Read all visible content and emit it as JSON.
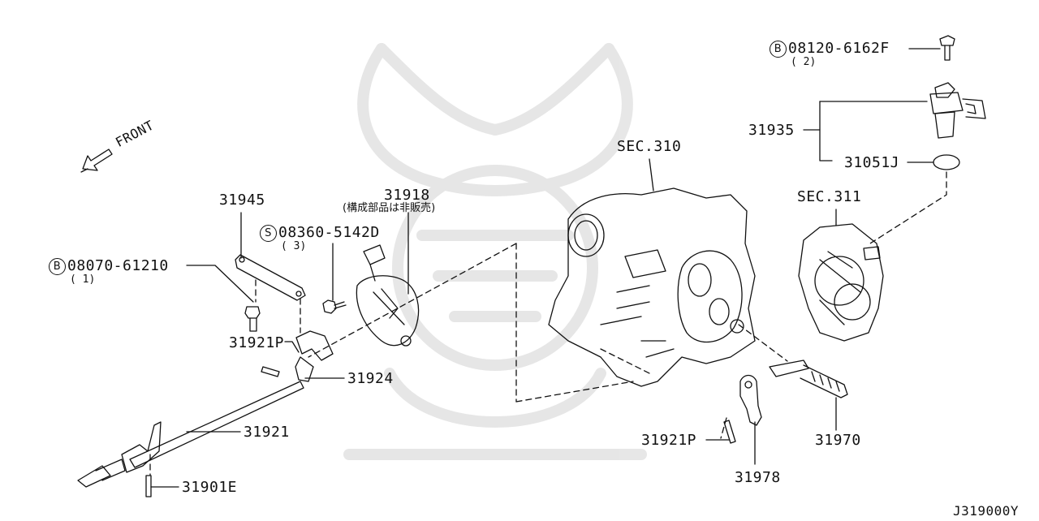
{
  "diagram": {
    "diagram_code": "J319000Y",
    "front_label": "FRONT",
    "symbols": {
      "bolt": "B",
      "screw": "S"
    },
    "parts": {
      "p31945": "31945",
      "bolt_08070": "08070-61210",
      "bolt_08070_qty": "( 1)",
      "screw_08360": "08360-5142D",
      "screw_08360_qty": "( 3)",
      "p31918": "31918",
      "p31918_note": "(構成部品は非販売)",
      "p31921P_left": "31921P",
      "p31924": "31924",
      "p31921": "31921",
      "p31901E": "31901E",
      "sec310": "SEC.310",
      "sec311": "SEC.311",
      "bolt_08120": "08120-6162F",
      "bolt_08120_qty": "( 2)",
      "p31935": "31935",
      "p31051J": "31051J",
      "p31921P_right": "31921P",
      "p31978": "31978",
      "p31970": "31970"
    }
  }
}
